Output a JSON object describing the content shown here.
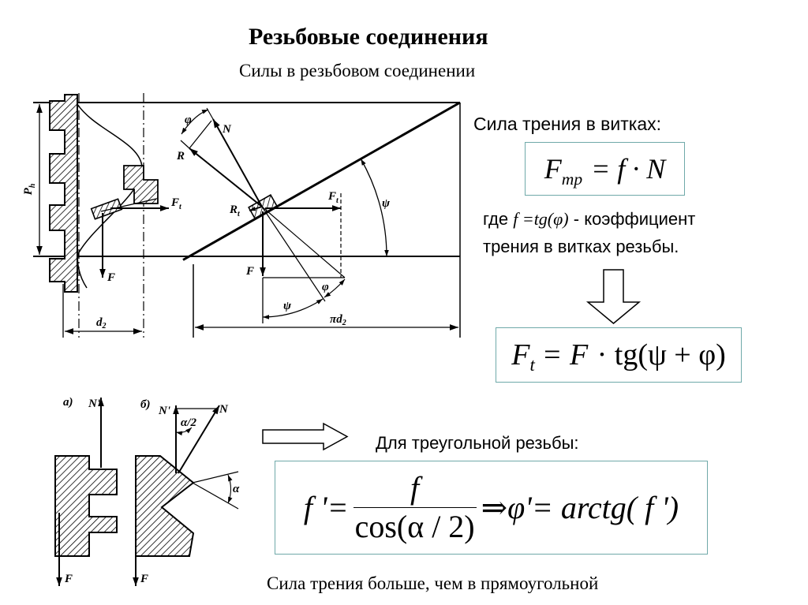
{
  "slide": {
    "title": "Резьбовые соединения",
    "subtitle": "Силы в резьбовом соединении",
    "friction_heading": "Сила трения в витках:",
    "coefficient_note": {
      "prefix": "где ",
      "formula": "f =tg(φ)",
      "suffix": " - коэффициент",
      "line2": "трения в витках резьбы."
    },
    "triangular_heading": "Для треугольной резьбы:",
    "conclusion": "Сила трения больше, чем в прямоугольной"
  },
  "formulas": {
    "friction_force": {
      "symbol": "F",
      "subscript": "тр",
      "rhs": "= f · N"
    },
    "circumferential_force": {
      "symbol": "F",
      "subscript": "t",
      "equals": "=",
      "rhs_symbol": "F",
      "rhs_rest": "· tg(ψ + φ)"
    },
    "reduced_friction": {
      "lhs": "f '=",
      "numerator": "f",
      "denominator": "cos(α / 2)",
      "rhs": "⇒φ'= arctg( f ')"
    }
  },
  "top_diagram_labels": {
    "phi_upper": "φ",
    "normal_force": "N",
    "resultant": "R",
    "lead": {
      "main": "P",
      "sub": "h"
    },
    "ft_left": {
      "main": "F",
      "sub": "t"
    },
    "rt": {
      "main": "R",
      "sub": "t"
    },
    "ft_right": {
      "main": "F",
      "sub": "t"
    },
    "psi_helix": "ψ",
    "axial_left": "F",
    "axial_right": "F",
    "phi_lower": "φ",
    "psi_lower": "ψ",
    "d2": {
      "main": "d",
      "sub": "2"
    },
    "pi_d2": {
      "main": "πd",
      "sub": "2"
    }
  },
  "bottom_diagram_labels": {
    "rect_label": "а)",
    "rect_normal": "N'",
    "rect_axial": "F",
    "tri_label": "б)",
    "tri_normal_prime": "N'",
    "tri_normal": "N",
    "half_alpha": "α/2",
    "alpha": "α",
    "tri_axial": "F"
  },
  "colors": {
    "formula_box_border": "#6fa9a9"
  }
}
